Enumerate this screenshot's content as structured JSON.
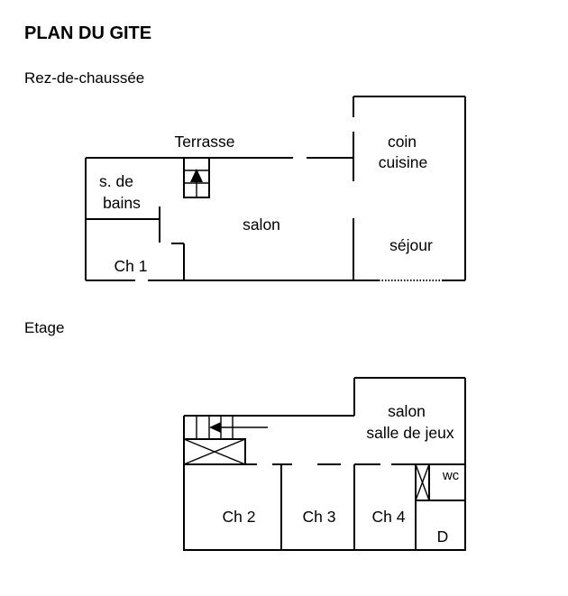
{
  "title": "PLAN DU GITE",
  "ground_floor": {
    "label": "Rez-de-chaussée",
    "rooms": {
      "terrasse": "Terrasse",
      "sdb_line1": "s. de",
      "sdb_line2": "bains",
      "salon": "salon",
      "ch1": "Ch 1",
      "coin": "coin",
      "cuisine": "cuisine",
      "sejour": "séjour"
    }
  },
  "upper_floor": {
    "label": "Etage",
    "rooms": {
      "salon": "salon",
      "salle_de_jeux": "salle de jeux",
      "ch2": "Ch 2",
      "ch3": "Ch 3",
      "ch4": "Ch 4",
      "wc": "wc",
      "d": "D"
    }
  }
}
